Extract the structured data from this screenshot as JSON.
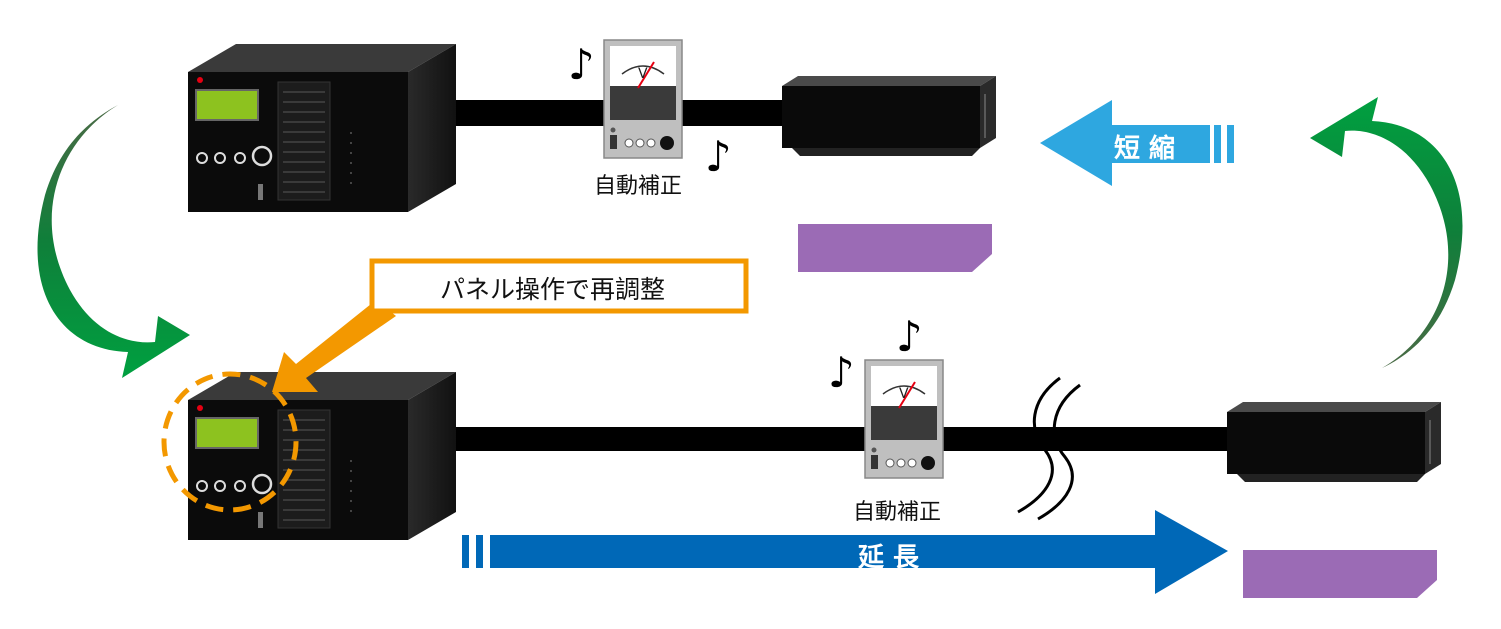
{
  "labels": {
    "auto_correct_top": "自動補正",
    "auto_correct_bottom": "自動補正",
    "callout": "パネル操作で再調整",
    "shorten": "短 縮",
    "extend": "延 長"
  },
  "meter": {
    "scale_letter": "V"
  },
  "music_note": "♪",
  "colors": {
    "cycle_arrow": "#009944",
    "callout_orange": "#f39800",
    "shorten_arrow": "#2ea7e0",
    "extend_arrow": "#0068b7",
    "load_purple": "#9b6bb5",
    "lcd_green": "#8dc21f",
    "cable": "#000000"
  },
  "icons": [
    "power-supply-icon",
    "voltmeter-icon",
    "load-device-icon",
    "music-note-icon",
    "cycle-arrow-icon",
    "cable-break-icon"
  ]
}
